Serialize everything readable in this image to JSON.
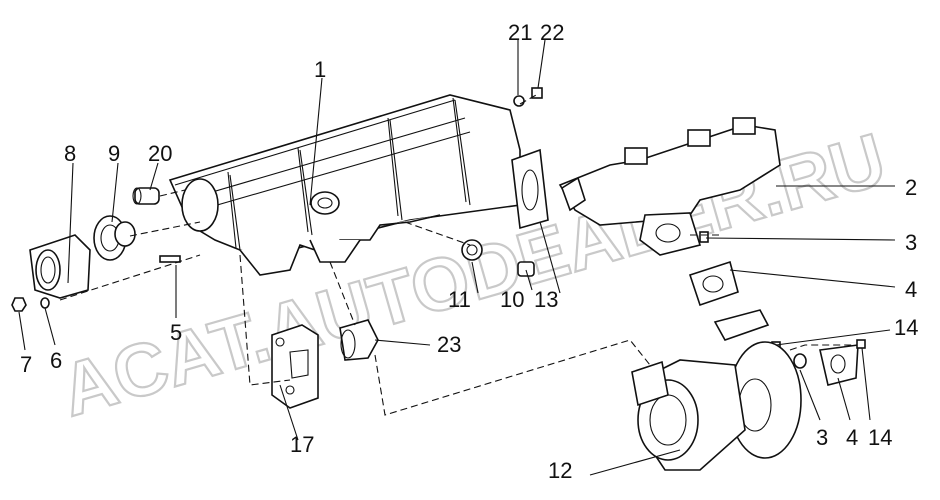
{
  "watermark": "ACAT.AUTODEALER.RU",
  "callouts": {
    "c1": "1",
    "c2": "2",
    "c3a": "3",
    "c3b": "3",
    "c4a": "4",
    "c4b": "4",
    "c5": "5",
    "c6": "6",
    "c7": "7",
    "c8": "8",
    "c9": "9",
    "c10": "10",
    "c11": "11",
    "c12": "12",
    "c13": "13",
    "c14a": "14",
    "c14b": "14",
    "c17": "17",
    "c20": "20",
    "c21": "21",
    "c22": "22",
    "c23": "23"
  }
}
